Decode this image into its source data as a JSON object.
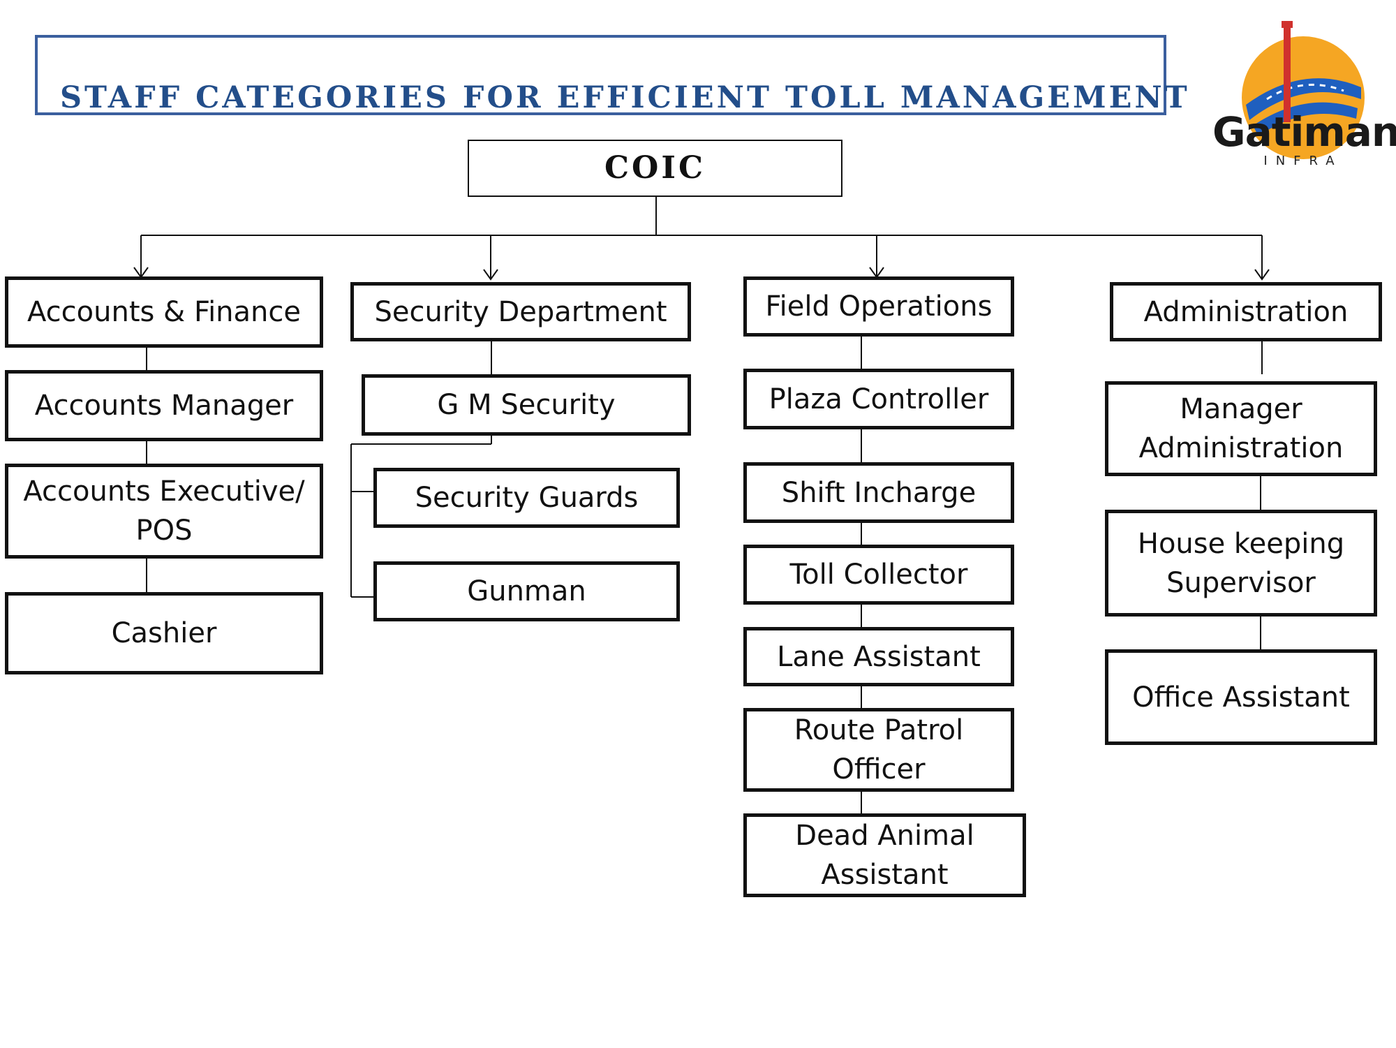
{
  "header": {
    "title": "STAFF CATEGORIES FOR EFFICIENT  TOLL MANAGEMENT"
  },
  "logo": {
    "name": "Gatiman",
    "tagline": "INFRA",
    "colors": {
      "sun": "#f5a623",
      "road": "#1f5fbf",
      "pole": "#d0312d"
    }
  },
  "chart": {
    "root": {
      "label": "COIC"
    },
    "departments": [
      {
        "label": "Accounts & Finance",
        "roles": [
          "Accounts Manager",
          "Accounts Executive/\nPOS",
          "Cashier"
        ]
      },
      {
        "label": "Security Department",
        "roles": [
          "G M Security",
          "Security Guards",
          "Gunman"
        ]
      },
      {
        "label": "Field Operations",
        "roles": [
          "Plaza Controller",
          "Shift Incharge",
          "Toll Collector",
          "Lane Assistant",
          "Route Patrol\nOfficer",
          "Dead Animal\nAssistant"
        ]
      },
      {
        "label": "Administration",
        "roles": [
          "Manager\nAdministration",
          "House keeping\nSupervisor",
          "Office Assistant"
        ]
      }
    ]
  }
}
